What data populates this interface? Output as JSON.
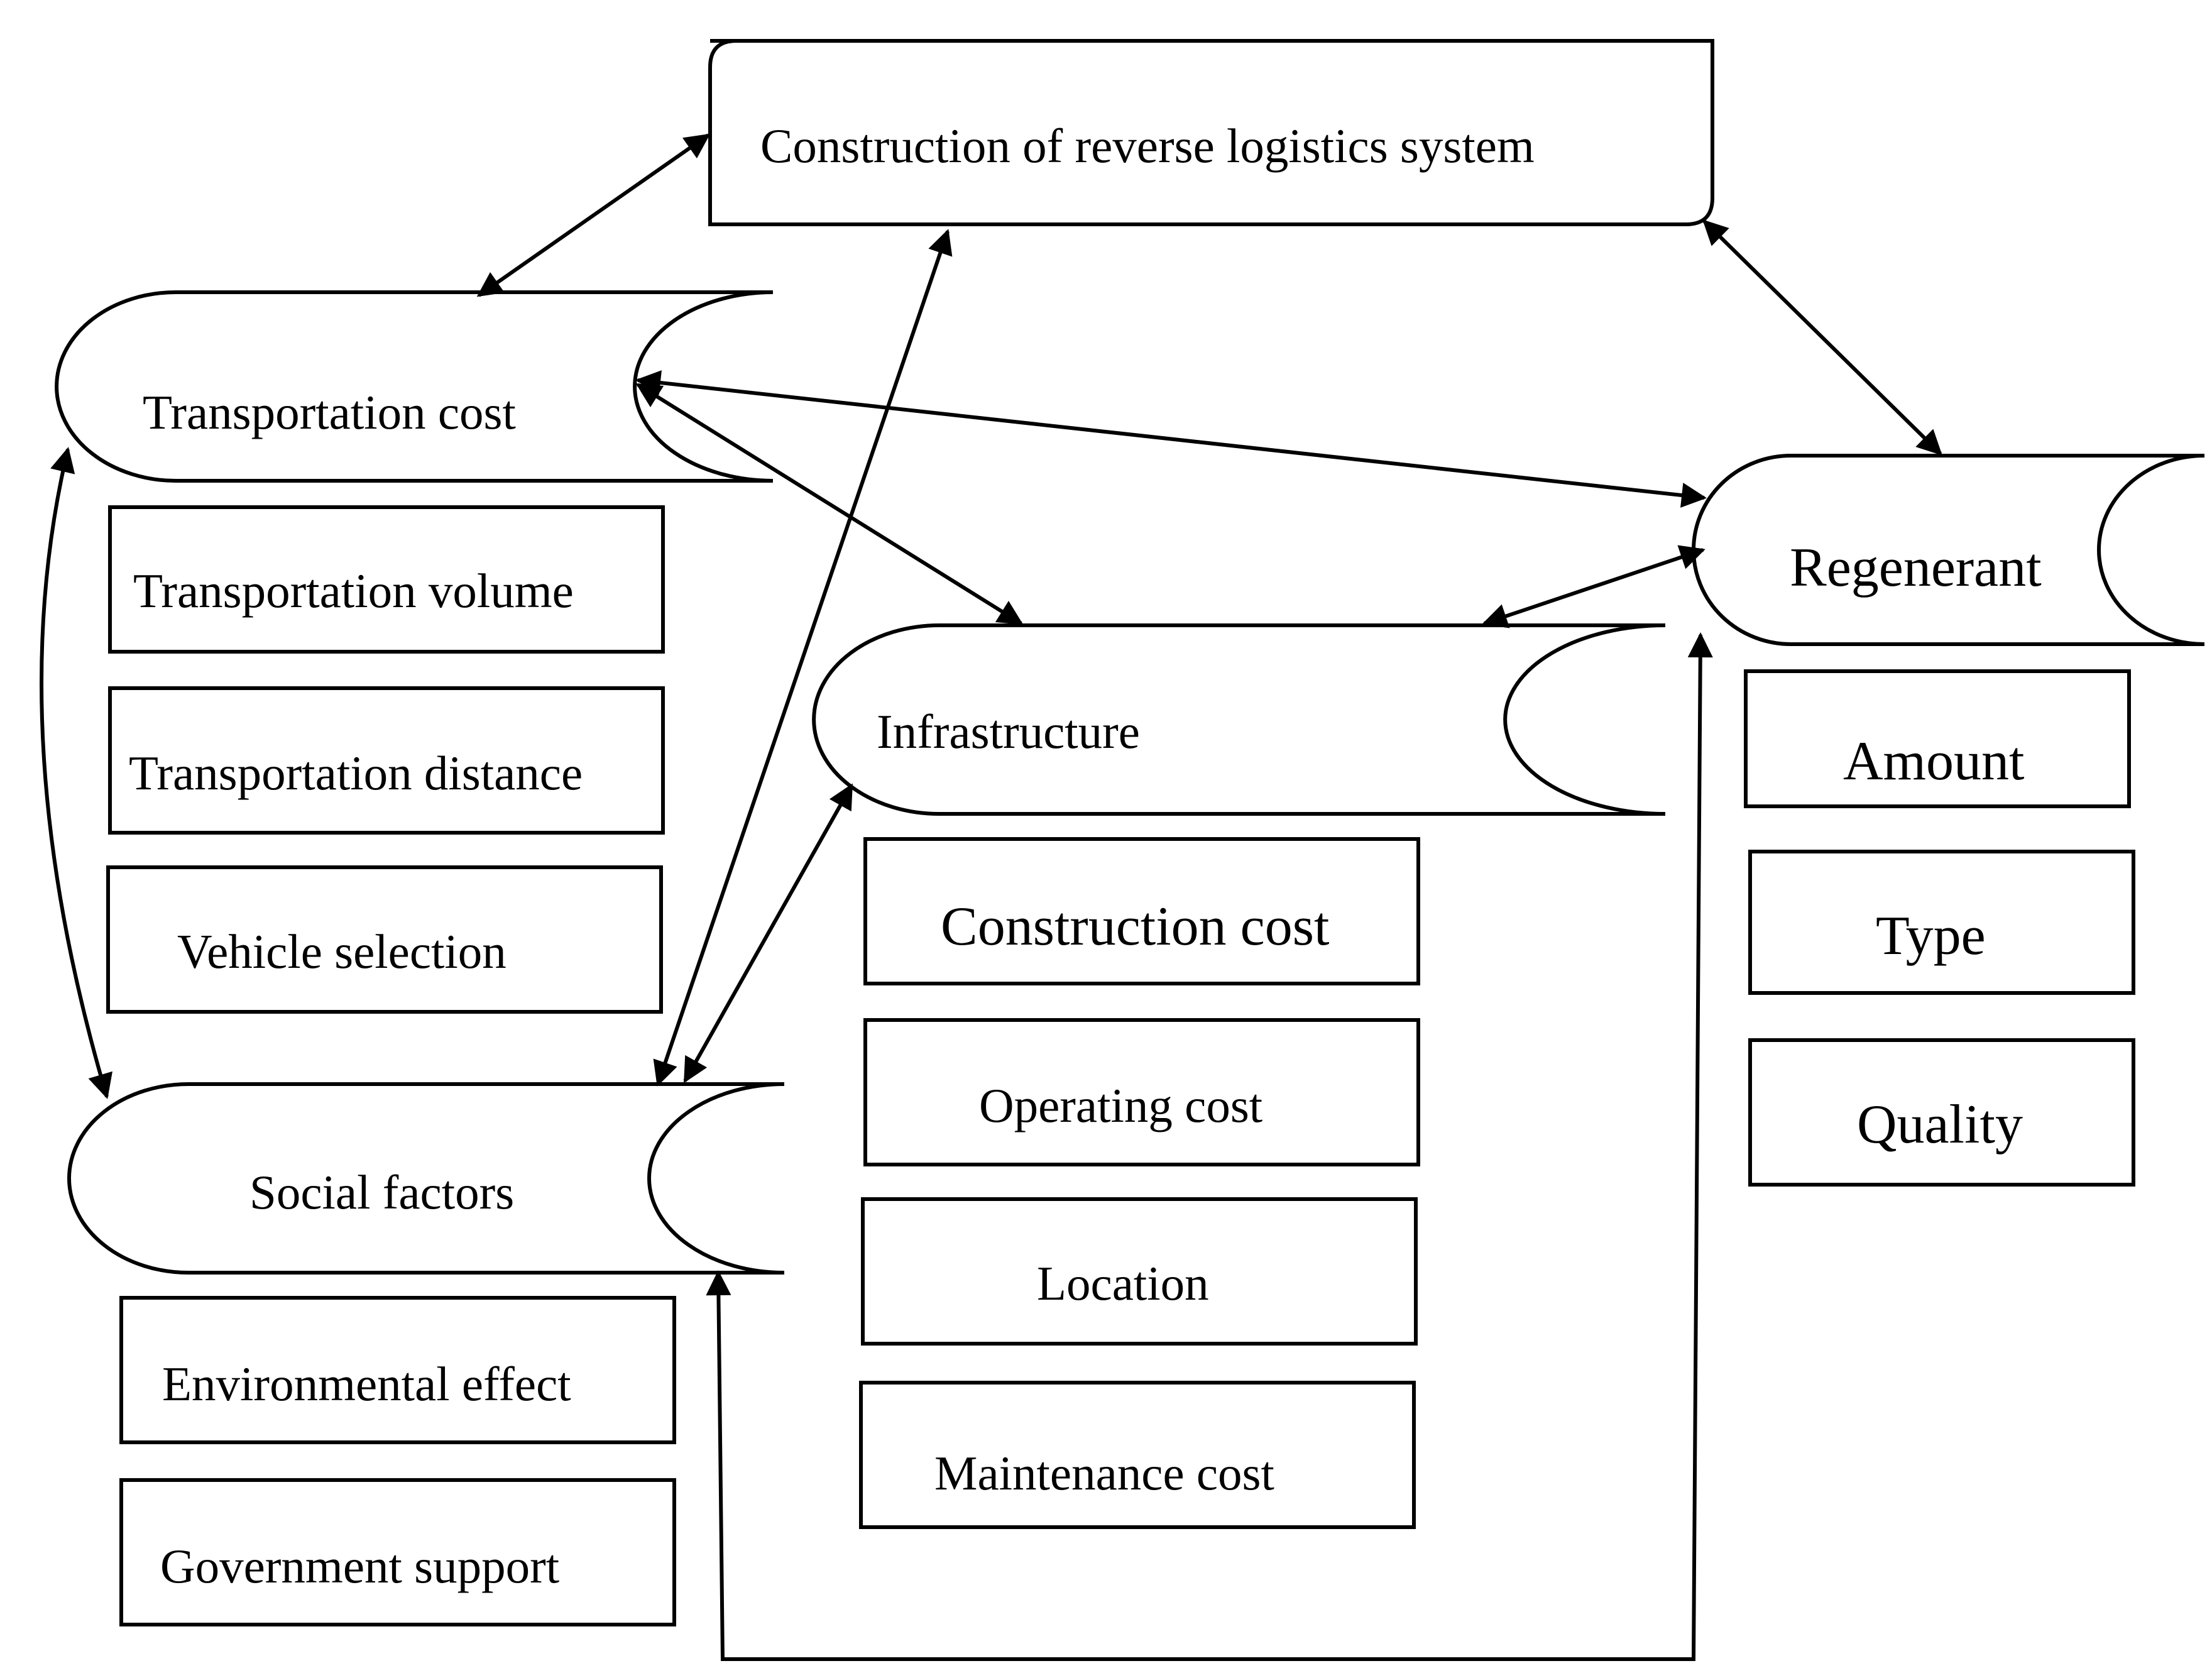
{
  "diagram": {
    "root": {
      "label": "Construction of reverse logistics system"
    },
    "transportation": {
      "label": "Transportation cost",
      "items": [
        "Transportation volume",
        "Transportation distance",
        "Vehicle selection"
      ]
    },
    "social": {
      "label": "Social factors",
      "items": [
        "Environmental effect",
        "Government support"
      ]
    },
    "infrastructure": {
      "label": "Infrastructure",
      "items": [
        "Construction cost",
        "Operating cost",
        "Location",
        "Maintenance cost"
      ]
    },
    "regenerant": {
      "label": "Regenerant",
      "items": [
        "Amount",
        "Type",
        "Quality"
      ]
    }
  },
  "colors": {
    "stroke": "#000000",
    "fill": "#ffffff",
    "text": "#000000"
  }
}
